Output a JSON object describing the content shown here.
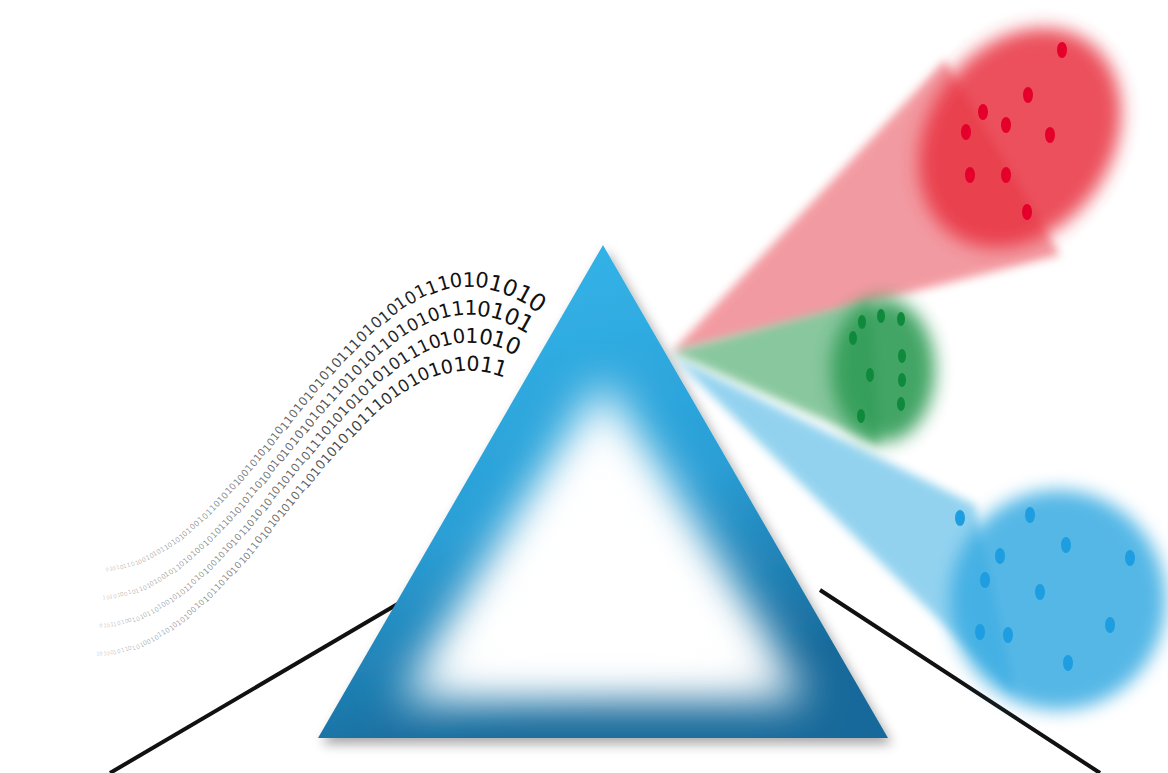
{
  "diagram": {
    "labels": [
      "0101011010010101101010100101101010100101010101101010101011101010101110101010",
      "1010100101101010010110101001010110101011010010101010101110101011010101110101",
      "0101101001010110100101011010100101010110101010101010111010101010101110101010",
      "1010010110101001011010101001010110101010110101010101101010101011101010101011"
    ]
  }
}
